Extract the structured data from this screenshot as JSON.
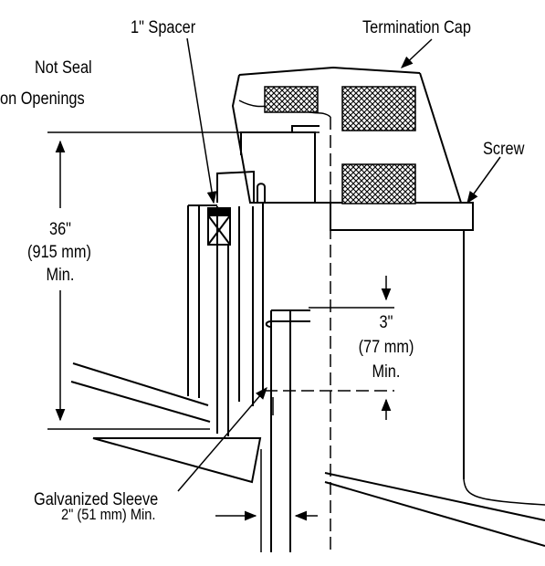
{
  "labels": {
    "spacer": "1\" Spacer",
    "termination_cap": "Termination Cap",
    "not_seal_line1": "Not Seal",
    "not_seal_line2": "on Openings",
    "screw": "Screw",
    "height_value": "36\"",
    "height_metric": "(915 mm)",
    "height_min": "Min.",
    "gap_value": "3\"",
    "gap_metric": "(77 mm)",
    "gap_min": "Min.",
    "sleeve": "Galvanized Sleeve",
    "clearance": "2\" (51 mm) Min."
  },
  "colors": {
    "ink": "#000000",
    "paper": "#ffffff"
  }
}
